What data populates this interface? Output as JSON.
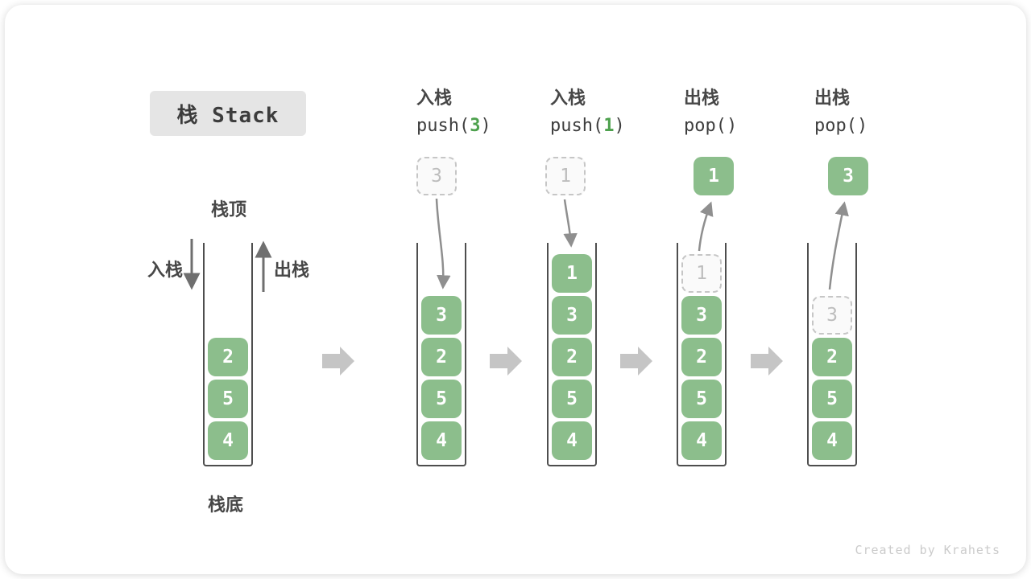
{
  "title": {
    "label": "栈 Stack"
  },
  "legend": {
    "stack_top": "栈顶",
    "stack_bottom": "栈底",
    "push_side": "入栈",
    "pop_side": "出栈"
  },
  "operations": [
    {
      "name": "入栈",
      "code_pre": "push(",
      "arg": "3",
      "code_post": ")"
    },
    {
      "name": "入栈",
      "code_pre": "push(",
      "arg": "1",
      "code_post": ")"
    },
    {
      "name": "出栈",
      "code_pre": "pop(",
      "arg": "",
      "code_post": ")"
    },
    {
      "name": "出栈",
      "code_pre": "pop(",
      "arg": "",
      "code_post": ")"
    }
  ],
  "floating": [
    {
      "value": "3",
      "style": "dashed"
    },
    {
      "value": "1",
      "style": "dashed"
    },
    {
      "value": "1",
      "style": "solid"
    },
    {
      "value": "3",
      "style": "solid"
    }
  ],
  "stacks": [
    {
      "values": [
        "4",
        "5",
        "2"
      ]
    },
    {
      "values": [
        "4",
        "5",
        "2",
        "3"
      ]
    },
    {
      "values": [
        "4",
        "5",
        "2",
        "3",
        "1"
      ]
    },
    {
      "values": [
        "4",
        "5",
        "2",
        "3"
      ],
      "ghost": "1"
    },
    {
      "values": [
        "4",
        "5",
        "2"
      ],
      "ghost": "3"
    }
  ],
  "colors": {
    "element_green": "#8CBE8C",
    "code_arg_green": "#4EA14E",
    "step_arrow_gray": "#C5C5C5",
    "flow_arrow_gray": "#8F8F8F",
    "wall_dark": "#4E4E4E"
  },
  "footer": {
    "credit": "Created by Krahets"
  }
}
